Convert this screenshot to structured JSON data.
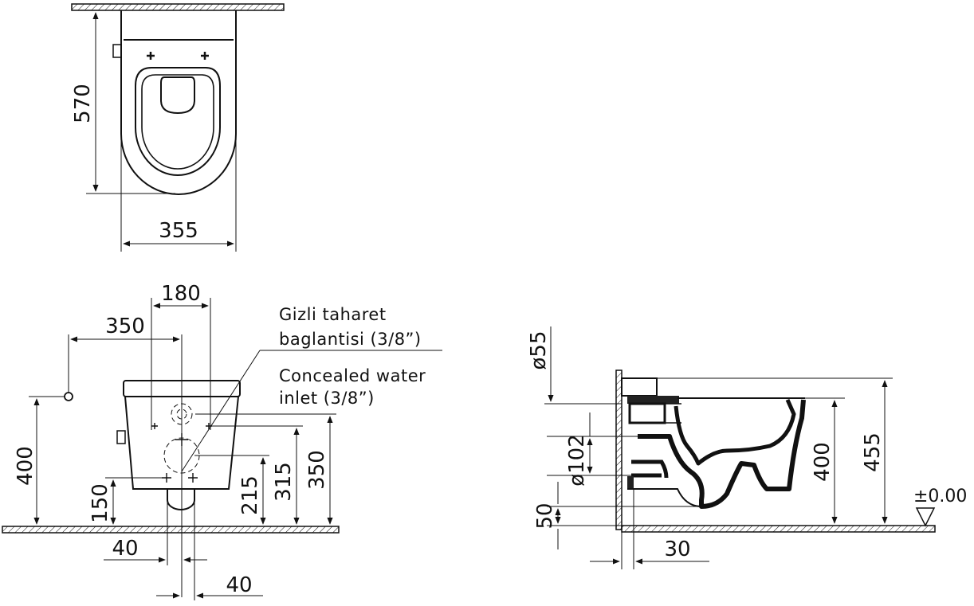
{
  "top_view": {
    "depth_label": "570",
    "width_label": "355"
  },
  "front_view": {
    "dim_180": "180",
    "dim_350_h": "350",
    "dim_400": "400",
    "dim_150": "150",
    "dim_215": "215",
    "dim_315": "315",
    "dim_350_v": "350",
    "dim_40_left": "40",
    "dim_40_right": "40",
    "note_tr_line1": "Gizli taharet",
    "note_tr_line2": "baglantisi (3/8”)",
    "note_en_line1": "Concealed water",
    "note_en_line2": "inlet (3/8”)"
  },
  "side_view": {
    "dim_d55": "ø55",
    "dim_d102": "ø102",
    "dim_50": "50",
    "dim_30": "30",
    "dim_400": "400",
    "dim_455": "455",
    "floor_level": "±0.00"
  }
}
